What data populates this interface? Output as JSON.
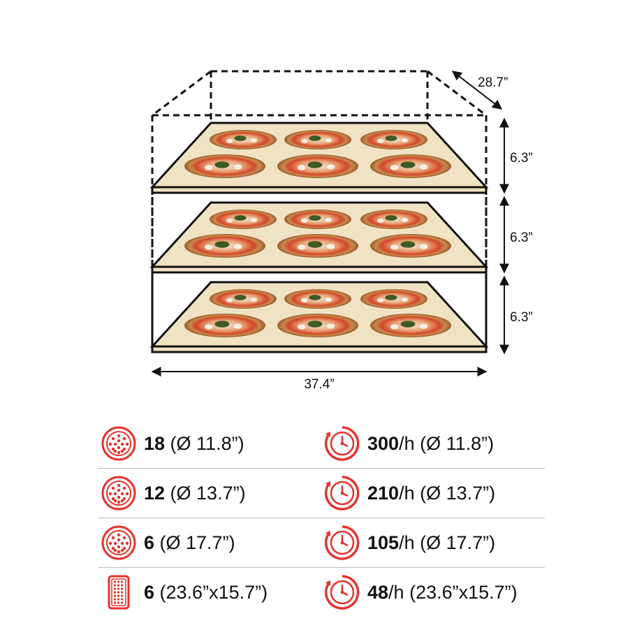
{
  "dimensions": {
    "width": "37.4”",
    "depth": "28.7”",
    "deck_heights": [
      "6.3”",
      "6.3”",
      "6.3”"
    ]
  },
  "decks": {
    "count": 3,
    "pizzas_per_deck": 6,
    "item": "pizza"
  },
  "capacity": [
    {
      "icon": "round-pizza-icon",
      "value": "18",
      "detail": " (Ø 11.8”)"
    },
    {
      "icon": "round-pizza-icon",
      "value": "12",
      "detail": " (Ø 13.7”)"
    },
    {
      "icon": "round-pizza-icon",
      "value": "6",
      "detail": " (Ø 17.7”)"
    },
    {
      "icon": "tray-pizza-icon",
      "value": "6",
      "detail": " (23.6”x15.7”)"
    }
  ],
  "production": [
    {
      "icon": "clock-icon",
      "value": "300",
      "unit": "/h",
      "detail": " (Ø 11.8”)"
    },
    {
      "icon": "clock-icon",
      "value": "210",
      "unit": "/h",
      "detail": " (Ø 13.7”)"
    },
    {
      "icon": "clock-icon",
      "value": "105",
      "unit": "/h",
      "detail": " (Ø 17.7”)"
    },
    {
      "icon": "clock-icon",
      "value": "48",
      "unit": "/h",
      "detail": " (23.6”x15.7”)"
    }
  ],
  "colors": {
    "accent": "#e5322d",
    "deck": "#efe3c4",
    "line": "#111111"
  }
}
